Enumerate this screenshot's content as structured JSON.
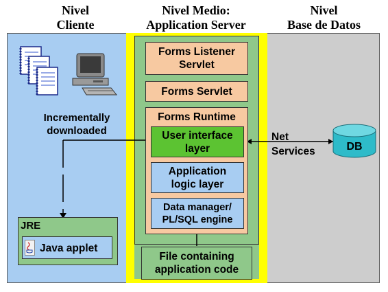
{
  "headers": {
    "client": [
      "Nivel",
      "Cliente"
    ],
    "middle": [
      "Nivel Medio:",
      "Application Server"
    ],
    "db": [
      "Nivel",
      "Base de Datos"
    ]
  },
  "client": {
    "download_label": [
      "Incrementally",
      "downloaded"
    ],
    "jre": {
      "title": "JRE",
      "applet": "Java applet"
    }
  },
  "middle": {
    "listener": [
      "Forms Listener",
      "Servlet"
    ],
    "servlet": "Forms Servlet",
    "runtime": {
      "title": "Forms Runtime",
      "ui_layer": [
        "User interface",
        "layer"
      ],
      "app_logic": [
        "Application",
        "logic layer"
      ],
      "data_manager": [
        "Data manager/",
        "PL/SQL engine"
      ]
    },
    "file": [
      "File containing",
      "application code"
    ]
  },
  "db": {
    "net_services": [
      "Net",
      "Services"
    ],
    "label": "DB"
  },
  "colors": {
    "client_bg": "#a8cdf2",
    "db_bg": "#cdcdcd",
    "app_border": "#ffff00",
    "green": "#8fc88a",
    "peach": "#f7c9a1",
    "ui_green": "#5cc332",
    "light_blue": "#a8cdf2"
  }
}
